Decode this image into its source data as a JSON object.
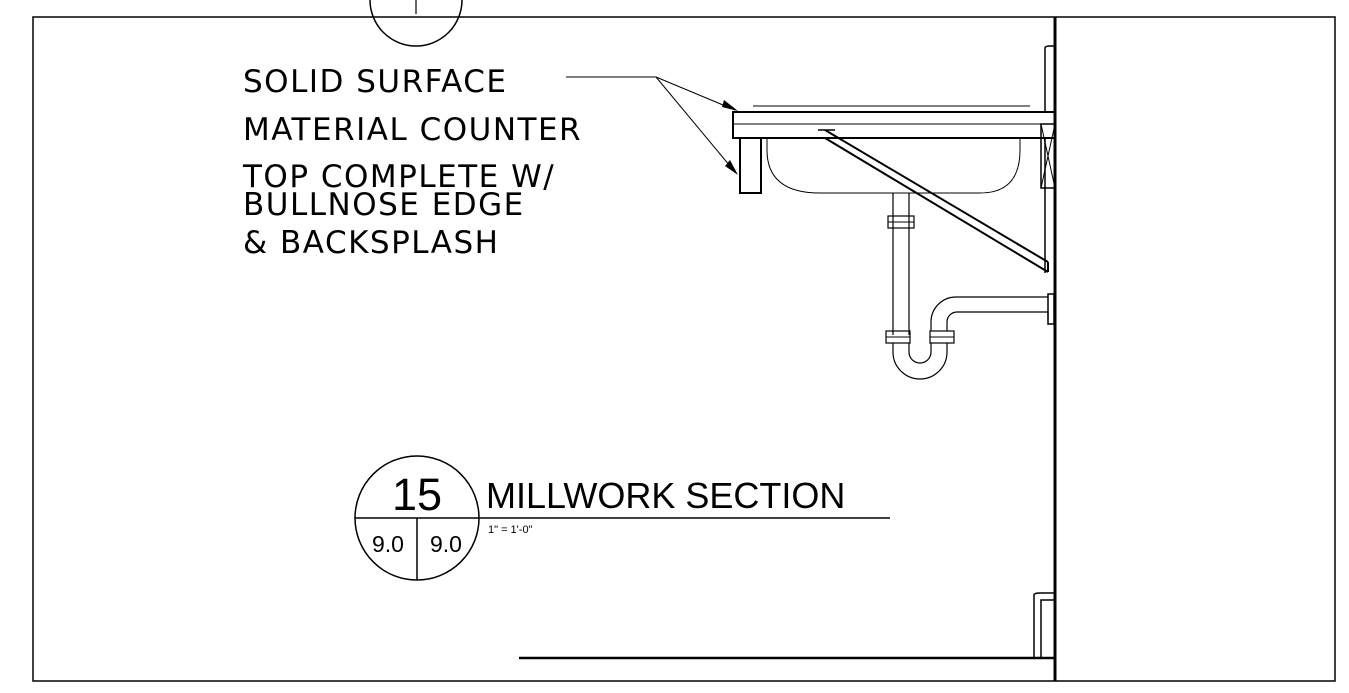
{
  "callout": {
    "lines": [
      "SOLID SURFACE",
      "MATERIAL COUNTER",
      "TOP COMPLETE W/",
      "BULLNOSE EDGE",
      "& BACKSPLASH"
    ]
  },
  "detail_title": {
    "number": "15",
    "sheet_left": "9.0",
    "sheet_right": "9.0",
    "title": "MILLWORK SECTION",
    "scale": "1\" = 1'-0\""
  }
}
